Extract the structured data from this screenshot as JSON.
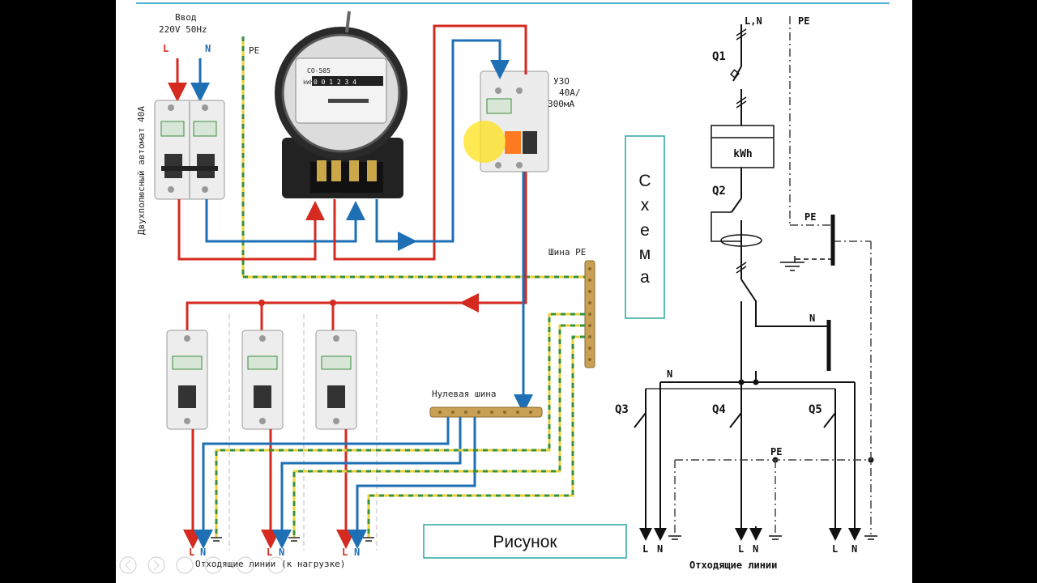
{
  "left": {
    "input_title": "Ввод",
    "input_spec": "220V 50Hz",
    "label_L": "L",
    "label_N": "N",
    "label_PE": "PE",
    "breaker_label": "Двухполюсный автомат 40А",
    "meter_model": "CO-505",
    "meter_unit": "kWh",
    "rcd_line1": "УЗО",
    "rcd_line2": "40А/",
    "rcd_line3": "300мА",
    "pe_bus": "Шина PE",
    "neutral_bus": "Нулевая шина",
    "out_L": "L",
    "out_N": "N",
    "outgoing": "Отходящие линии (к нагрузке)"
  },
  "schema_box": {
    "letters": [
      "С",
      "х",
      "е",
      "м",
      "а"
    ]
  },
  "figure_box": {
    "text": "Рисунок"
  },
  "right": {
    "top_LN": "L,N",
    "top_PE": "PE",
    "q1": "Q1",
    "kwh": "kWh",
    "q2": "Q2",
    "pe": "PE",
    "n": "N",
    "n2": "N",
    "q3": "Q3",
    "q4": "Q4",
    "q5": "Q5",
    "pe2": "PE",
    "out_L": "L",
    "out_N": "N",
    "outgoing": "Отходящие линии"
  },
  "colors": {
    "phase": "#d42a1f",
    "neutral": "#1f6fb5",
    "pe_yellow": "#e8d23c",
    "pe_green": "#3a8f3a"
  }
}
